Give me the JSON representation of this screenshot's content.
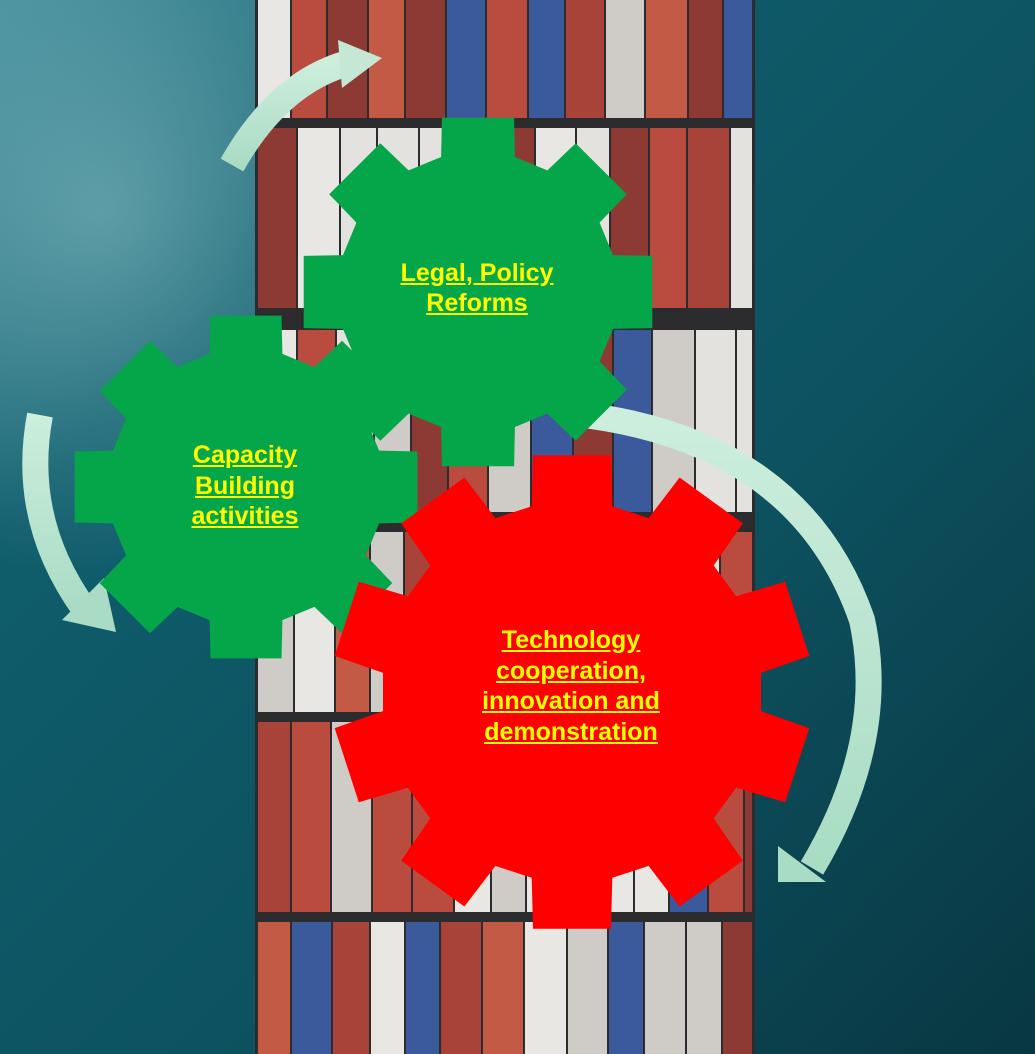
{
  "background": {
    "description_colors": {
      "sea": "#0e5766",
      "sea_dark": "#093b47",
      "container_red": "#a8433a",
      "container_white": "#e4e2df",
      "container_blue": "#3a5a9c"
    }
  },
  "gears": [
    {
      "id": "legal",
      "lines": [
        "Legal, Policy",
        "Reforms"
      ],
      "color": "#05a64a",
      "text_color": "#ffff00"
    },
    {
      "id": "capacity",
      "lines": [
        "Capacity",
        "Building",
        "activities"
      ],
      "color": "#05a64a",
      "text_color": "#ffff00"
    },
    {
      "id": "tech",
      "lines": [
        "Technology",
        "cooperation,",
        "innovation and",
        "demonstration"
      ],
      "color": "#ff0000",
      "text_color": "#ffff00"
    }
  ],
  "arrow_color": "#bfe8d4"
}
